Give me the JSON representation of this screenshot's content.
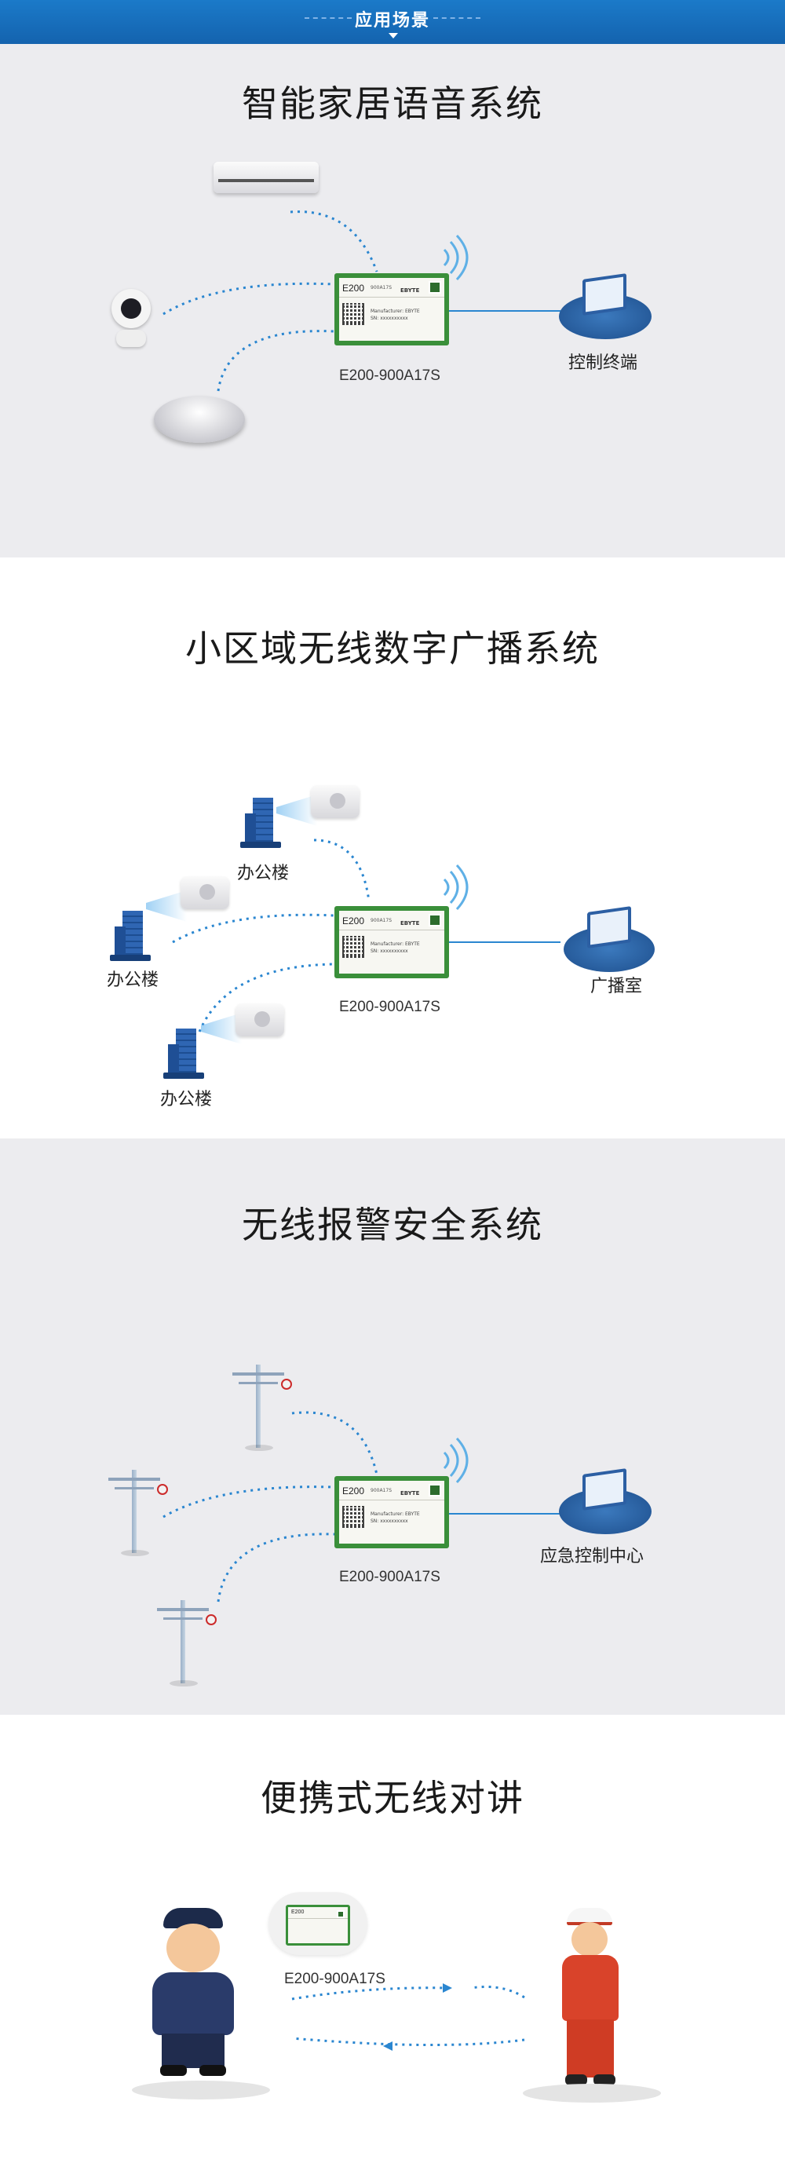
{
  "header": {
    "title": "应用场景"
  },
  "sections": [
    {
      "title": "智能家居语音系统",
      "terminal_label": "控制终端",
      "model_label": "E200-900A17S"
    },
    {
      "title": "小区域无线数字广播系统",
      "terminal_label": "广播室",
      "model_label": "E200-900A17S",
      "building_label": "办公楼"
    },
    {
      "title": "无线报警安全系统",
      "terminal_label": "应急控制中心",
      "model_label": "E200-900A17S"
    },
    {
      "title": "便携式无线对讲",
      "model_label": "E200-900A17S"
    }
  ],
  "module": {
    "code": "E200",
    "sub": "900A17S",
    "brand": "EBYTE",
    "manufacturer": "Manufacturer: EBYTE",
    "sn": "SN: xxxxxxxxxx"
  },
  "colors": {
    "header": "#1463ae",
    "link": "#2a86d0",
    "module_border": "#3a8f3a",
    "section_grey": "#ececef"
  }
}
